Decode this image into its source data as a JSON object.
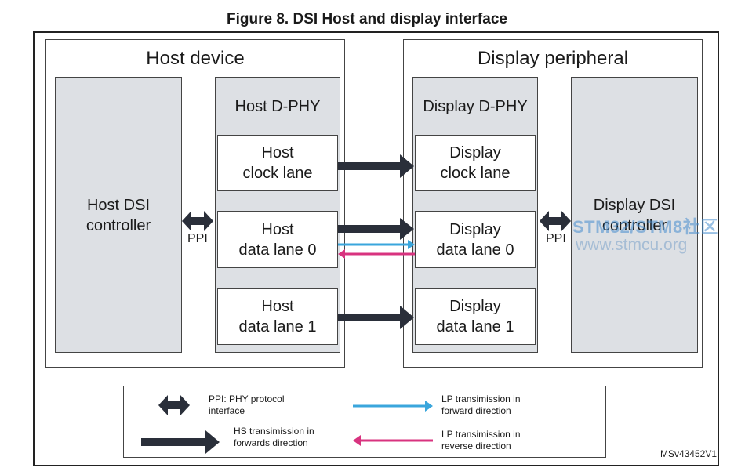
{
  "title": "Figure 8. DSI Host and display interface",
  "host": {
    "title": "Host device",
    "controller": [
      "Host DSI",
      "controller"
    ],
    "phy_title": "Host D-PHY",
    "lanes": [
      [
        "Host",
        "clock lane"
      ],
      [
        "Host",
        "data lane 0"
      ],
      [
        "Host",
        "data lane 1"
      ]
    ],
    "ppi_label": "PPI"
  },
  "display": {
    "title": "Display peripheral",
    "controller": [
      "Display DSI",
      "controller"
    ],
    "phy_title": "Display D-PHY",
    "lanes": [
      [
        "Display",
        "clock lane"
      ],
      [
        "Display",
        "data lane 0"
      ],
      [
        "Display",
        "data lane 1"
      ]
    ],
    "ppi_label": "PPI"
  },
  "legend": {
    "ppi": [
      "PPI: PHY protocol",
      "interface"
    ],
    "hs": [
      "HS transimission in",
      "forwards direction"
    ],
    "lp_forward": [
      "LP transimission in",
      "forward direction"
    ],
    "lp_reverse": [
      "LP transimission in",
      "reverse direction"
    ]
  },
  "colors": {
    "hs_arrow": "#2a2f3a",
    "lp_forward": "#3aa6dc",
    "lp_reverse": "#d8337f",
    "block_fill": "#dde0e4"
  },
  "figure_code": "MSv43452V1",
  "watermark": {
    "line1": "STM32/STM8社区",
    "line2": "www.stmcu.org"
  }
}
